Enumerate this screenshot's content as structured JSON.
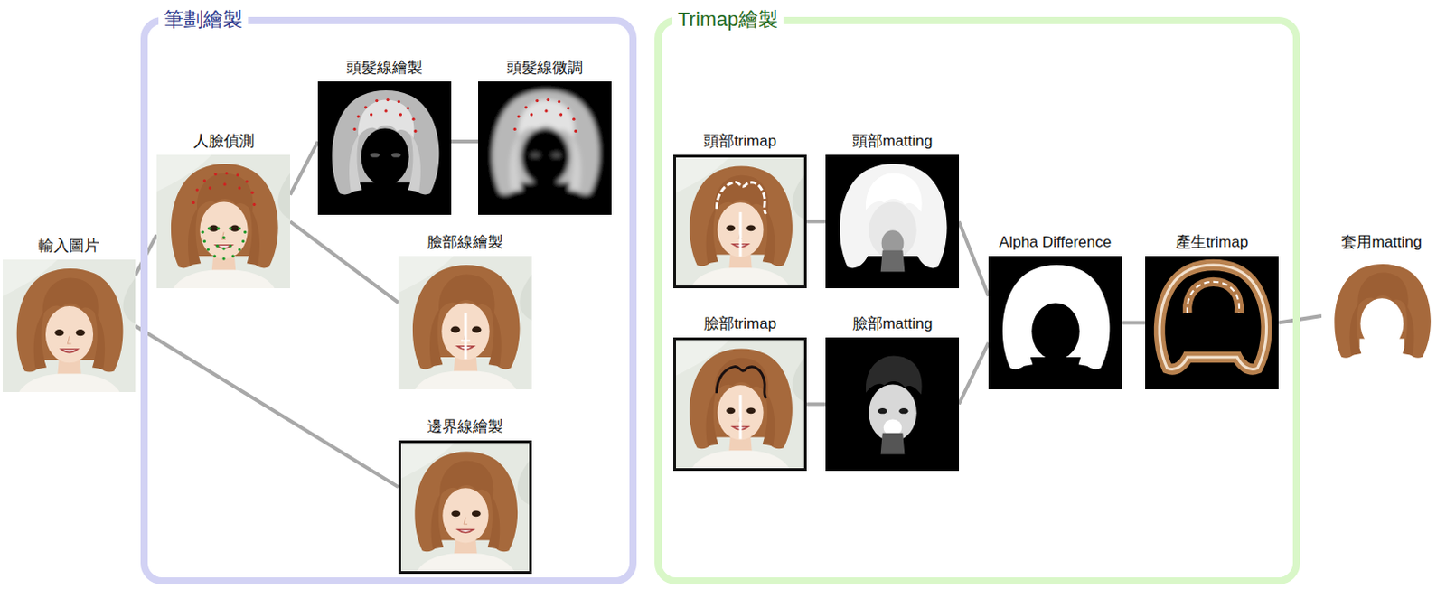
{
  "diagram": {
    "nodes": [
      {
        "text": [
          "輸入圖片"
        ]
      },
      {
        "text": [
          "筆劃繪製"
        ]
      },
      {
        "text": [
          "人臉偵測"
        ],
        "in": 1
      },
      {
        "text": [
          "頭髮線繪製"
        ],
        "in": 1
      },
      {
        "text": [
          "頭髮線微調"
        ],
        "in": 1
      },
      {
        "text": [
          "臉部線繪製"
        ],
        "in": 1
      },
      {
        "text": [
          "邊界線繪製"
        ],
        "in": 1
      },
      {
        "text": [
          "Trimap繪製"
        ]
      },
      {
        "text": [
          "頭部trimap"
        ],
        "in": 7
      },
      {
        "text": [
          "頭部matting"
        ],
        "in": 7
      },
      {
        "text": [
          "臉部trimap"
        ],
        "in": 7
      },
      {
        "text": [
          "臉部matting"
        ],
        "in": 7
      },
      {
        "text": [
          "Alpha Difference"
        ],
        "in": 7
      },
      {
        "text": [
          "產生trimap"
        ],
        "in": 7
      },
      {
        "text": [
          "套用matting"
        ]
      }
    ],
    "edges": [
      {
        "from": 0,
        "to": 2,
        "arrow": "none"
      },
      {
        "from": 0,
        "to": 6,
        "arrow": "none"
      },
      {
        "from": 2,
        "to": 3,
        "arrow": "none"
      },
      {
        "from": 2,
        "to": 5,
        "arrow": "none"
      },
      {
        "from": 3,
        "to": 4,
        "arrow": "none"
      },
      {
        "from": 8,
        "to": 9,
        "arrow": "none"
      },
      {
        "from": 10,
        "to": 11,
        "arrow": "none"
      },
      {
        "from": 9,
        "to": 12,
        "arrow": "none"
      },
      {
        "from": 11,
        "to": 12,
        "arrow": "none"
      },
      {
        "from": 12,
        "to": 13,
        "arrow": "none"
      },
      {
        "from": 13,
        "to": 14,
        "arrow": "none"
      }
    ]
  }
}
